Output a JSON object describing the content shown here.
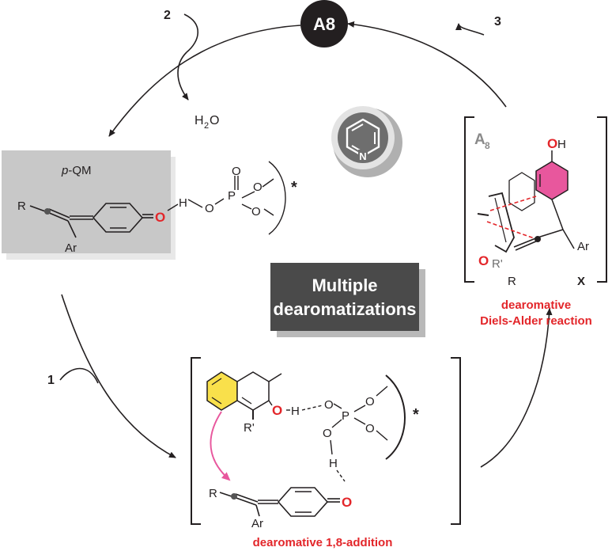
{
  "catalyst": {
    "label": "A8"
  },
  "steps": {
    "s1": "1",
    "s2": "2",
    "s3": "3"
  },
  "byproduct": {
    "h2o_main": "H",
    "h2o_sub": "2",
    "h2o_end": "O"
  },
  "pqm": {
    "title": "p-QM",
    "title_p": "p",
    "title_rest": "-QM",
    "r": "R",
    "ar": "Ar",
    "o": "O",
    "h": "H"
  },
  "phosphate": {
    "o": "O",
    "p": "P",
    "star": "*"
  },
  "center": {
    "line1": "Multiple",
    "line2": "dearomatizations"
  },
  "ts_right": {
    "label_a": "A",
    "label_sub": "8",
    "oh_o": "O",
    "oh_h": "H",
    "ar": "Ar",
    "o": "O",
    "r_prime": "R'",
    "r": "R",
    "x": "X",
    "caption1": "dearomative",
    "caption2": "Diels-Alder reaction"
  },
  "ts_bottom": {
    "o": "O",
    "h": "H",
    "r_prime": "R'",
    "r": "R",
    "ar": "Ar",
    "caption": "dearomative 1,8-addition"
  },
  "colors": {
    "red": "#e3262a",
    "magenta": "#e8579d",
    "yellow": "#f9e04b",
    "gray_box": "#c8c8c8",
    "dark": "#231f20",
    "center_box": "#4a4a4a"
  }
}
